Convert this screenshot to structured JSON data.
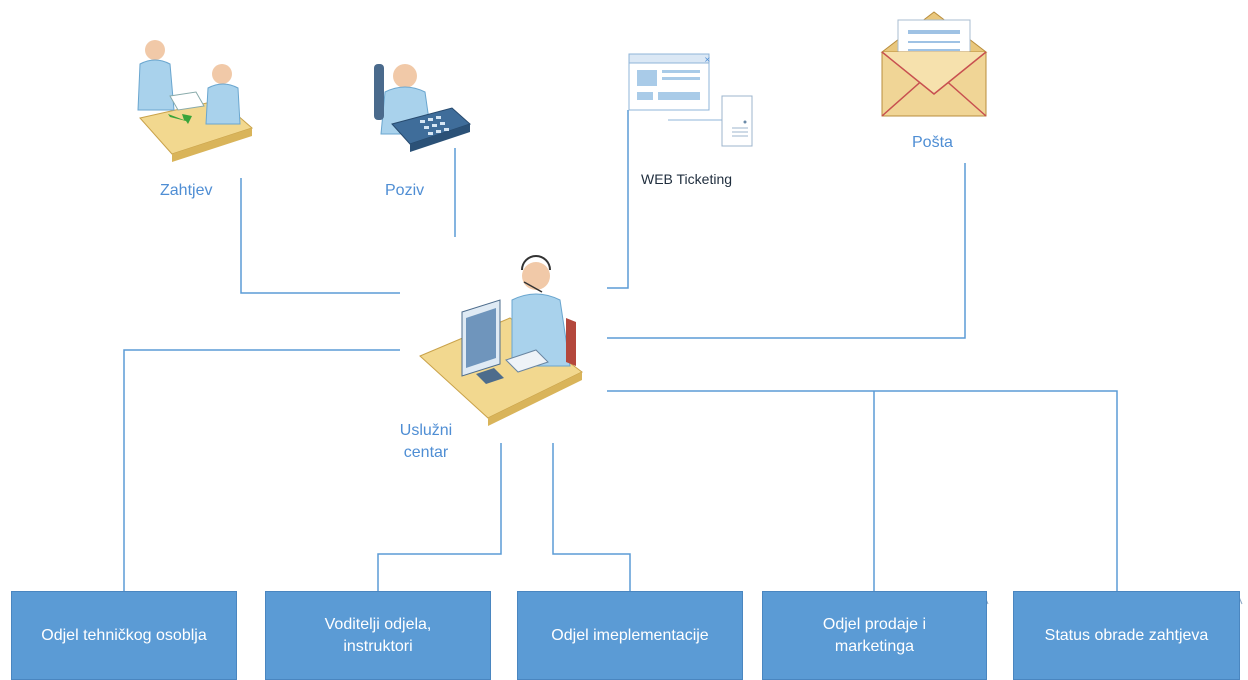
{
  "sources": {
    "zahtjev": "Zahtjev",
    "poziv": "Poziv",
    "web": "WEB Ticketing",
    "posta": "Pošta"
  },
  "center": {
    "line1": "Uslužni",
    "line2": "centar"
  },
  "departments": [
    "Odjel tehničkog osoblja",
    "Voditelji odjela,\ninstruktori",
    "Odjel imeplementacije",
    "Odjel prodaje i\nmarketinga",
    "Status obrade zahtjeva"
  ],
  "colors": {
    "connector": "#5b9bd5",
    "box_fill": "#5b9bd5",
    "label_text": "#4f8ed4"
  }
}
